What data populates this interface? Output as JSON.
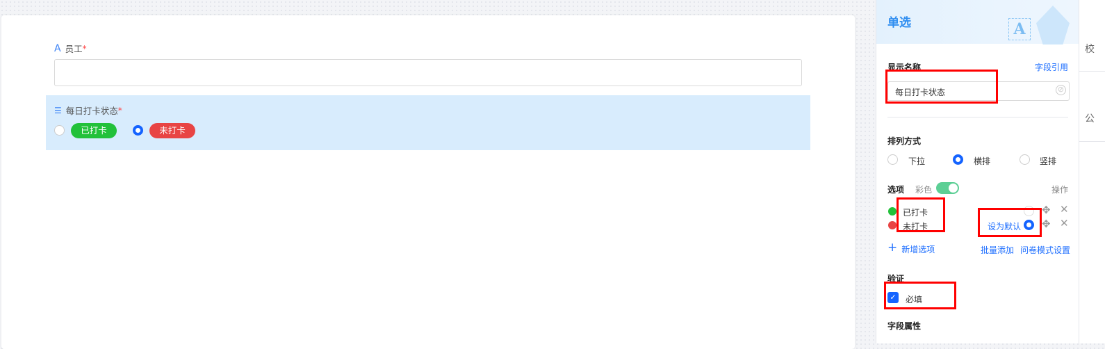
{
  "form": {
    "fields": [
      {
        "label": "员工",
        "required": "*",
        "icon": "text-icon"
      },
      {
        "label": "每日打卡状态",
        "required": "*",
        "icon": "radio-list-icon",
        "options": [
          {
            "label": "已打卡",
            "color": "#22c13a",
            "selected": false
          },
          {
            "label": "未打卡",
            "color": "#e84444",
            "selected": true
          }
        ]
      }
    ]
  },
  "panel": {
    "title": "单选",
    "display_name": {
      "label": "显示名称",
      "link": "字段引用",
      "value": "每日打卡状态"
    },
    "layout": {
      "label": "排列方式",
      "options": [
        "下拉",
        "横排",
        "竖排"
      ],
      "selected": "横排"
    },
    "options": {
      "label": "选项",
      "color_label": "彩色",
      "color_on": true,
      "ops_label": "操作",
      "items": [
        {
          "label": "已打卡",
          "color": "#22c13a",
          "default": false
        },
        {
          "label": "未打卡",
          "color": "#e84444",
          "default": true,
          "default_label": "设为默认"
        }
      ],
      "add": "新增选项",
      "batch": "批量添加",
      "survey": "问卷模式设置"
    },
    "validation": {
      "label": "验证",
      "required_label": "必填",
      "required_checked": true
    },
    "field_props": "字段属性"
  },
  "side_tabs": [
    "校",
    "公"
  ],
  "colors": {
    "accent": "#1463ff",
    "annotation": "#ff0000",
    "toggle": "#5ccf95"
  }
}
